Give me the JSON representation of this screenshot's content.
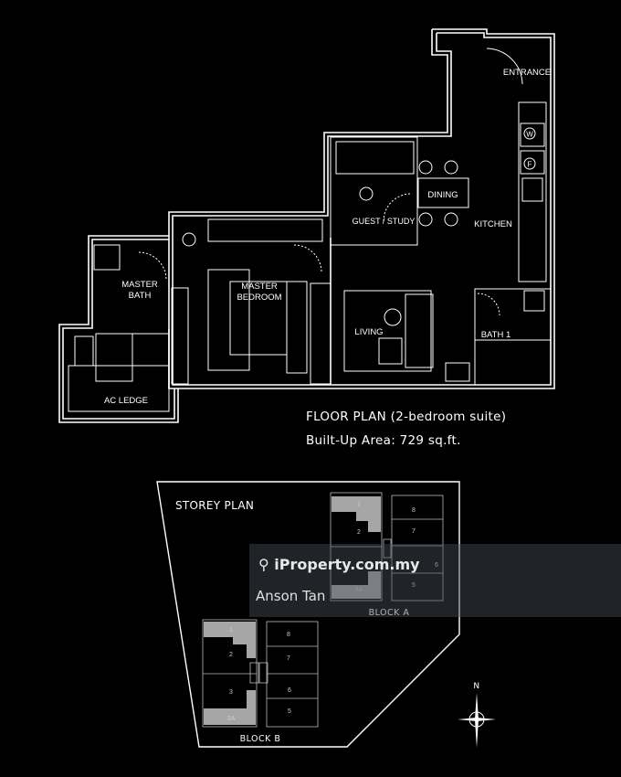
{
  "floor_plan": {
    "title": "FLOOR PLAN (2-bedroom suite)",
    "area": "Built-Up Area: 729 sq.ft.",
    "rooms": {
      "entrance": "ENTRANCE",
      "dining": "DINING",
      "kitchen": "KITCHEN",
      "guest_study": "GUEST / STUDY",
      "master_bath_1": "MASTER",
      "master_bath_2": "BATH",
      "master_bedroom_1": "MASTER",
      "master_bedroom_2": "BEDROOM",
      "living": "LIVING",
      "bath1": "BATH 1",
      "ac_ledge": "AC LEDGE"
    },
    "appliances": {
      "washer": "W",
      "fridge": "F"
    }
  },
  "storey_plan": {
    "title": "STOREY PLAN",
    "block_a": {
      "label": "BLOCK A",
      "units": [
        "1",
        "2",
        "3A",
        "5",
        "6",
        "7",
        "8"
      ]
    },
    "block_b": {
      "label": "BLOCK B",
      "units": [
        "1",
        "2",
        "3",
        "3A",
        "5",
        "6",
        "7",
        "8"
      ]
    },
    "highlight_color": "#a6a6a6",
    "compass": "N"
  },
  "watermark": {
    "site": "iProperty.com.my",
    "agent": "Anson Tan"
  }
}
